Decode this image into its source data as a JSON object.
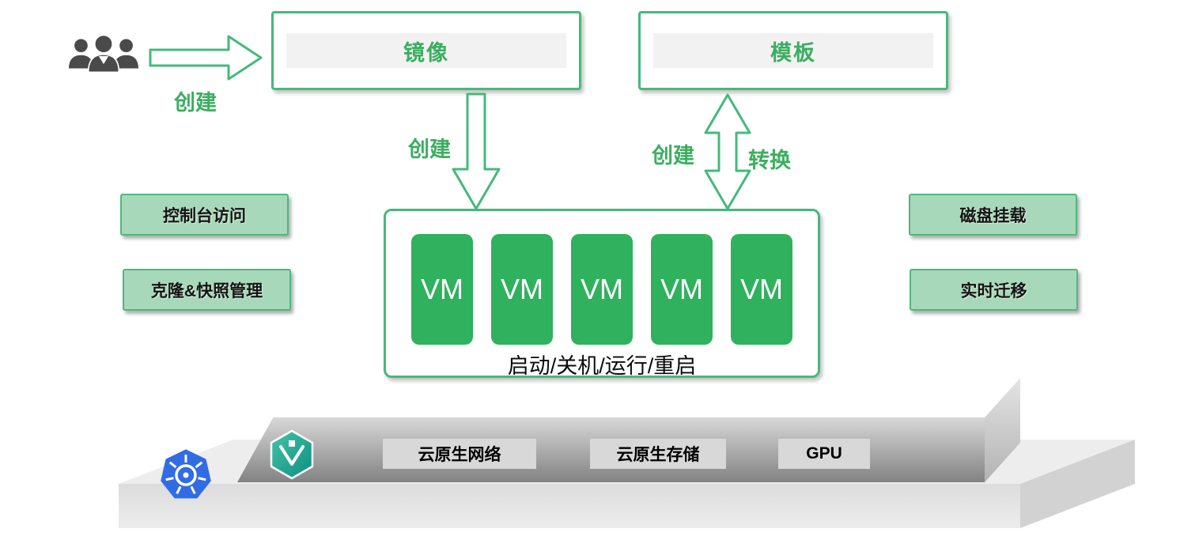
{
  "palette": {
    "green_border": "#45b97c",
    "green_text": "#3bae60",
    "vm_green": "#2fb15e",
    "side_fill": "#a8d8ba",
    "side_border": "#4cb97d",
    "k8s_blue": "#326ce5",
    "kubevirt_teal": "#1ba394",
    "platform_gray": "#828282"
  },
  "flow_labels": {
    "user_create": "创建",
    "image_create": "创建",
    "template_create": "创建",
    "template_convert": "转换"
  },
  "boxes": {
    "image": "镜像",
    "template": "模板"
  },
  "vm_panel": {
    "tiles": [
      "VM",
      "VM",
      "VM",
      "VM",
      "VM"
    ],
    "caption": "启动/关机/运行/重启"
  },
  "left_features": [
    {
      "label": "控制台访问"
    },
    {
      "label": "克隆&快照管理"
    }
  ],
  "right_features": [
    {
      "label": "磁盘挂载"
    },
    {
      "label": "实时迁移"
    }
  ],
  "platform": {
    "bars": [
      {
        "label": "云原生网络"
      },
      {
        "label": "云原生存储"
      },
      {
        "label": "GPU"
      }
    ],
    "logos": [
      {
        "name": "kubernetes-logo"
      },
      {
        "name": "kubevirt-logo"
      }
    ]
  }
}
